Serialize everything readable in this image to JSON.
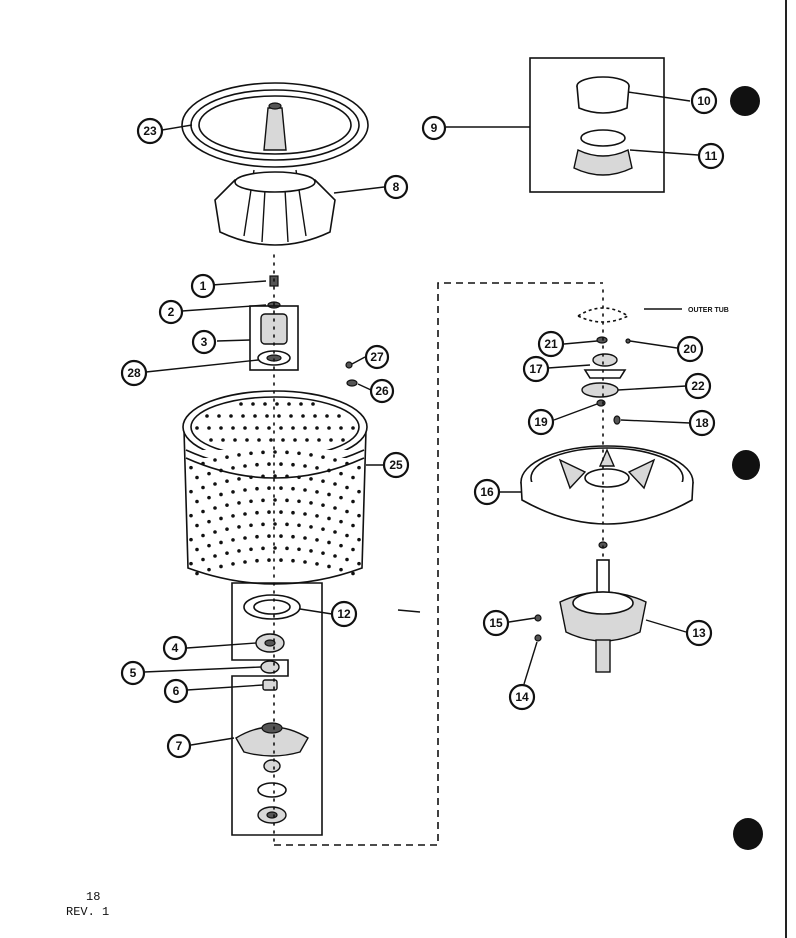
{
  "diagram": {
    "callouts": [
      "1",
      "2",
      "3",
      "4",
      "5",
      "6",
      "7",
      "8",
      "9",
      "10",
      "11",
      "12",
      "13",
      "14",
      "15",
      "16",
      "16",
      "17",
      "18",
      "19",
      "20",
      "21",
      "22",
      "23",
      "25",
      "26",
      "27",
      "28"
    ],
    "outer_tub_label": "OUTER TUB"
  },
  "footer": {
    "page_number": "18",
    "revision": "REV. 1"
  }
}
